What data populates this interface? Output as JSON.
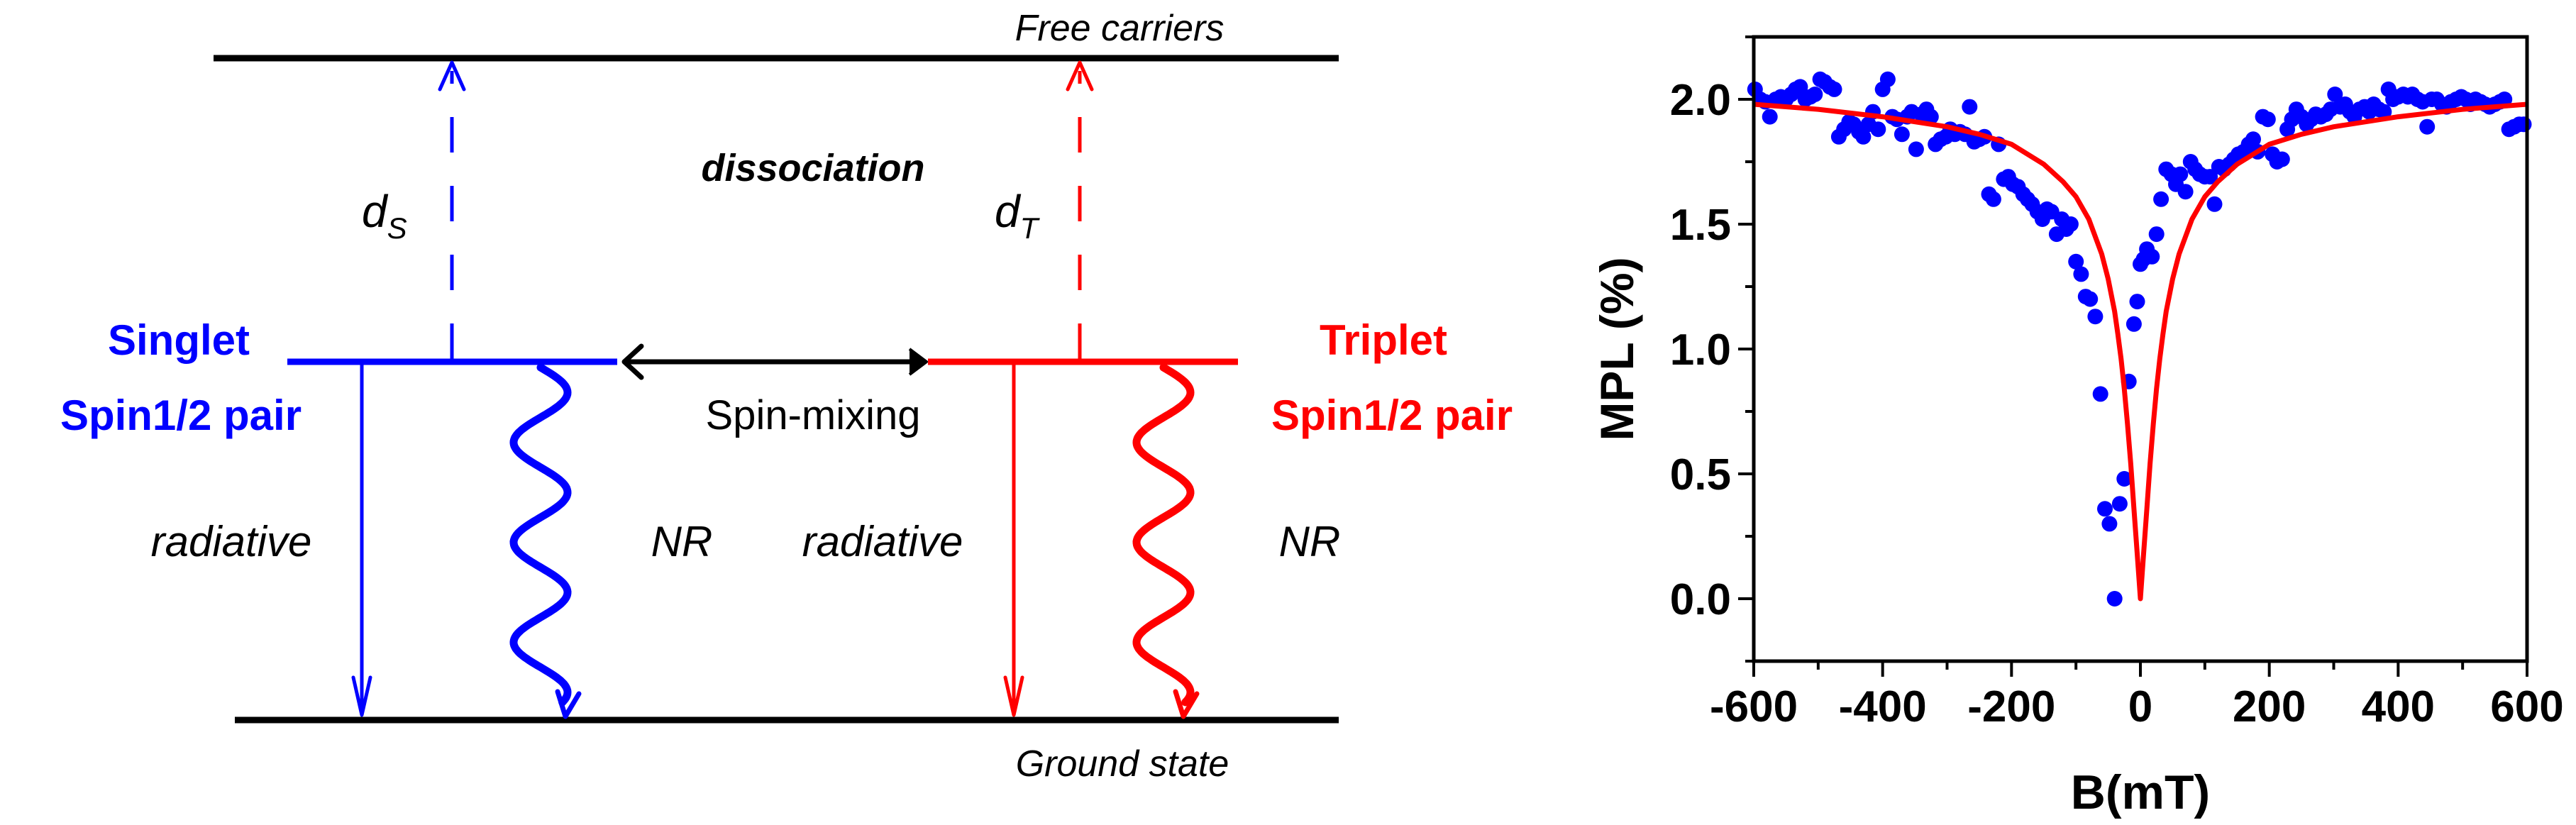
{
  "diagram": {
    "labels": {
      "free_carriers": "Free carriers",
      "ground_state": "Ground state",
      "dissociation": "dissociation",
      "d_s_main": "d",
      "d_s_sub": "S",
      "d_t_main": "d",
      "d_t_sub": "T",
      "singlet": "Singlet",
      "singlet_pair": "Spin1/2 pair",
      "triplet": "Triplet",
      "triplet_pair": "Spin1/2 pair",
      "spin_mixing": "Spin-mixing",
      "radiative_singlet": "radiative",
      "nr_singlet": "NR",
      "radiative_triplet": "radiative",
      "nr_triplet": "NR"
    },
    "colors": {
      "singlet": "#0000ff",
      "triplet": "#ff0000",
      "level": "#000000"
    }
  },
  "chart_data": {
    "type": "scatter",
    "title": "",
    "xlabel": "B(mT)",
    "ylabel": "MPL (%)",
    "xlim": [
      -600,
      600
    ],
    "ylim": [
      -0.25,
      2.25
    ],
    "xticks": [
      -600,
      -400,
      -200,
      0,
      200,
      400,
      600
    ],
    "xtick_labels": [
      "-600",
      "-400",
      "-200",
      "0",
      "200",
      "400",
      "600"
    ],
    "yticks": [
      0.0,
      0.5,
      1.0,
      1.5,
      2.0
    ],
    "ytick_labels": [
      "0.0",
      "0.5",
      "1.0",
      "1.5",
      "2.0"
    ],
    "x_minor_step": 100,
    "y_minor_step": 0.25,
    "grid": false,
    "legend": "none",
    "series": [
      {
        "name": "data",
        "kind": "scatter",
        "color": "#0000ff",
        "x": [
          -598,
          -590,
          -582,
          -575,
          -566,
          -558,
          -550,
          -542,
          -535,
          -528,
          -520,
          -512,
          -505,
          -497,
          -490,
          -482,
          -475,
          -468,
          -460,
          -452,
          -445,
          -437,
          -430,
          -422,
          -415,
          -407,
          -400,
          -392,
          -385,
          -378,
          -370,
          -362,
          -355,
          -348,
          -340,
          -332,
          -325,
          -318,
          -310,
          -302,
          -295,
          -288,
          -280,
          -272,
          -265,
          -258,
          -250,
          -242,
          -235,
          -228,
          -220,
          -212,
          -205,
          -198,
          -190,
          -182,
          -175,
          -168,
          -160,
          -152,
          -145,
          -138,
          -130,
          -122,
          -115,
          -108,
          -100,
          -92,
          -85,
          -78,
          -70,
          -62,
          -55,
          -48,
          -40,
          -32,
          -25,
          -18,
          -10,
          -5,
          0,
          5,
          10,
          18,
          25,
          32,
          40,
          48,
          55,
          62,
          70,
          78,
          85,
          92,
          100,
          108,
          115,
          122,
          130,
          138,
          145,
          152,
          160,
          168,
          175,
          182,
          190,
          198,
          205,
          212,
          220,
          228,
          235,
          242,
          250,
          258,
          265,
          272,
          280,
          288,
          295,
          302,
          310,
          318,
          325,
          332,
          340,
          348,
          355,
          362,
          370,
          378,
          385,
          392,
          400,
          408,
          415,
          422,
          430,
          438,
          445,
          452,
          460,
          468,
          475,
          482,
          490,
          498,
          505,
          512,
          520,
          528,
          535,
          542,
          550,
          558,
          565,
          572,
          580,
          588,
          595
        ],
        "y": [
          2.04,
          2.0,
          1.99,
          1.93,
          2.0,
          2.01,
          2.0,
          2.02,
          2.04,
          2.05,
          2.0,
          2.01,
          2.02,
          2.08,
          2.07,
          2.05,
          2.04,
          1.85,
          1.88,
          1.91,
          1.9,
          1.87,
          1.85,
          1.9,
          1.95,
          1.88,
          2.04,
          2.08,
          1.93,
          1.92,
          1.86,
          1.93,
          1.95,
          1.8,
          1.94,
          1.96,
          1.93,
          1.82,
          1.84,
          1.85,
          1.88,
          1.86,
          1.87,
          1.86,
          1.97,
          1.83,
          1.84,
          1.85,
          1.62,
          1.6,
          1.82,
          1.68,
          1.69,
          1.66,
          1.65,
          1.62,
          1.6,
          1.58,
          1.55,
          1.52,
          1.56,
          1.55,
          1.46,
          1.52,
          1.48,
          1.5,
          1.35,
          1.3,
          1.21,
          1.2,
          1.13,
          0.82,
          0.36,
          0.3,
          0.0,
          0.38,
          0.48,
          0.87,
          1.1,
          1.19,
          1.34,
          1.36,
          1.4,
          1.37,
          1.46,
          1.6,
          1.72,
          1.7,
          1.66,
          1.7,
          1.63,
          1.75,
          1.72,
          1.7,
          1.69,
          1.69,
          1.58,
          1.73,
          1.72,
          1.74,
          1.76,
          1.78,
          1.79,
          1.82,
          1.84,
          1.79,
          1.93,
          1.92,
          1.78,
          1.75,
          1.76,
          1.88,
          1.92,
          1.96,
          1.93,
          1.9,
          1.92,
          1.94,
          1.93,
          1.94,
          1.96,
          2.02,
          1.97,
          1.98,
          1.95,
          1.93,
          1.96,
          1.97,
          1.95,
          1.98,
          1.96,
          1.95,
          2.04,
          2.0,
          2.01,
          2.02,
          2.01,
          2.02,
          2.0,
          1.99,
          1.89,
          2.0,
          2.0,
          1.98,
          1.97,
          1.99,
          2.0,
          2.01,
          2.0,
          1.98,
          2.0,
          1.99,
          1.98,
          1.97,
          1.98,
          1.99,
          2.0,
          1.88,
          1.89,
          1.9,
          1.9,
          1.91,
          1.92,
          1.93
        ]
      },
      {
        "name": "fit",
        "kind": "line",
        "color": "#ff0000",
        "x": [
          -600,
          -500,
          -400,
          -300,
          -250,
          -200,
          -150,
          -120,
          -100,
          -80,
          -60,
          -50,
          -40,
          -35,
          -30,
          -25,
          -20,
          -15,
          -10,
          -5,
          0,
          5,
          10,
          15,
          20,
          25,
          30,
          35,
          40,
          50,
          60,
          80,
          100,
          120,
          150,
          200,
          250,
          300,
          400,
          500,
          600
        ],
        "y": [
          1.98,
          1.96,
          1.93,
          1.89,
          1.86,
          1.82,
          1.74,
          1.67,
          1.61,
          1.52,
          1.38,
          1.28,
          1.15,
          1.06,
          0.96,
          0.84,
          0.7,
          0.54,
          0.36,
          0.18,
          0.0,
          0.18,
          0.36,
          0.54,
          0.7,
          0.84,
          0.96,
          1.06,
          1.15,
          1.28,
          1.38,
          1.52,
          1.61,
          1.67,
          1.74,
          1.82,
          1.86,
          1.89,
          1.93,
          1.96,
          1.98
        ]
      }
    ]
  }
}
